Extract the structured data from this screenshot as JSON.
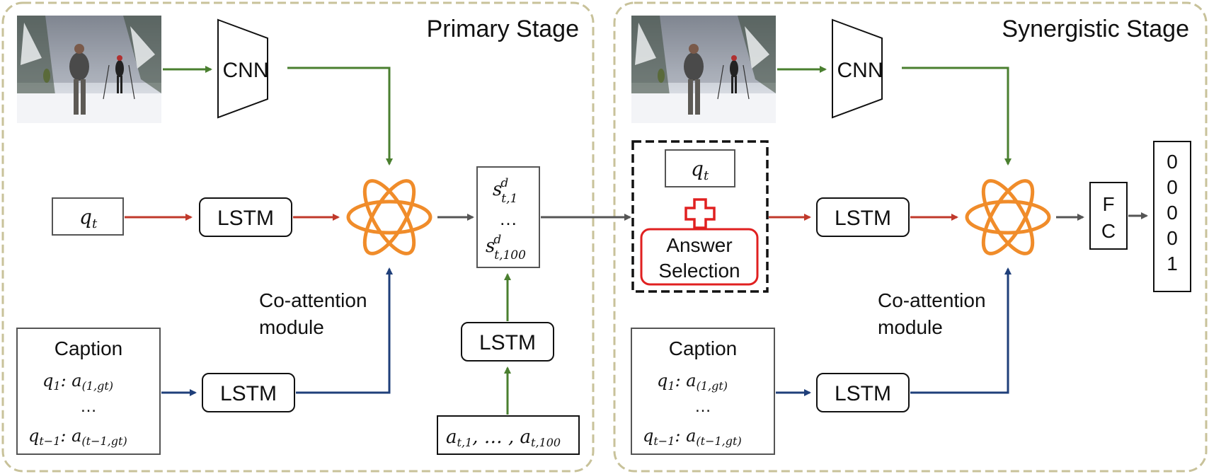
{
  "stages": {
    "primary_title": "Primary Stage",
    "synergistic_title": "Synergistic Stage"
  },
  "labels": {
    "cnn": "CNN",
    "lstm": "LSTM",
    "coattention_line1": "Co-attention",
    "coattention_line2": "module",
    "caption": "Caption",
    "q_t": "q",
    "q_t_sub": "t",
    "caption_q1": "q",
    "caption_q1_sub": "1",
    "caption_a1": ": a",
    "caption_a1_sub": "(1,gt)",
    "caption_dots": "…",
    "caption_qt1": "q",
    "caption_qt1_sub": "t−1",
    "caption_at1": ": a",
    "caption_at1_sub": "(t−1,gt)",
    "score_s": "s",
    "score_sup": "d",
    "score_sub1": "t,1",
    "score_dots": "…",
    "score_sub2": "t,100",
    "answers_a": "a",
    "answers_sub1": "t,1",
    "answers_mid": ", … , a",
    "answers_sub2": "t,100",
    "answer_selection_line1": "Answer",
    "answer_selection_line2": "Selection",
    "fc_f": "F",
    "fc_c": "C",
    "output_vector": [
      "0",
      "0",
      "0",
      "0",
      "1"
    ]
  },
  "icons": {
    "coattention": "atom-icon",
    "image": "photo-skiers-icon",
    "plus": "plus-icon"
  },
  "colors": {
    "stage_border": "#c8c29a",
    "green_arrow": "#4a7f2f",
    "red_arrow": "#c0392b",
    "blue_arrow": "#1f3f7a",
    "gray_arrow": "#555555",
    "atom": "#f08c2a",
    "answer_selection_border": "#e02020"
  }
}
